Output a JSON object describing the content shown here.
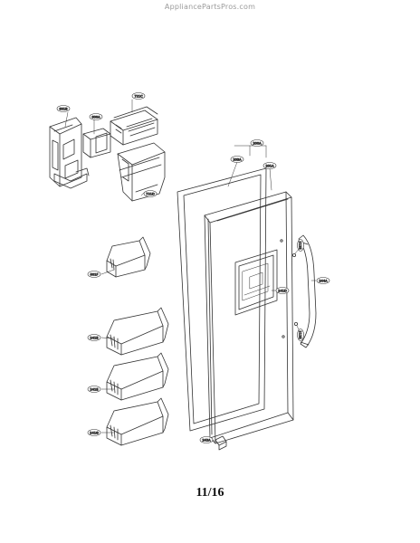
{
  "watermark": "AppliancePartsPros.com",
  "page_number": "11/16",
  "callouts": {
    "c1": "601B",
    "c2": "600A",
    "c3": "721C",
    "c4": "721D",
    "c5": "200A",
    "c6": "203A",
    "c7": "201A",
    "c8": "212E",
    "c9": "244A",
    "c10": "601F",
    "c11": "241E",
    "c12": "212E",
    "c13": "241D",
    "c14": "241E",
    "c15": "241G",
    "c16": "242A"
  }
}
